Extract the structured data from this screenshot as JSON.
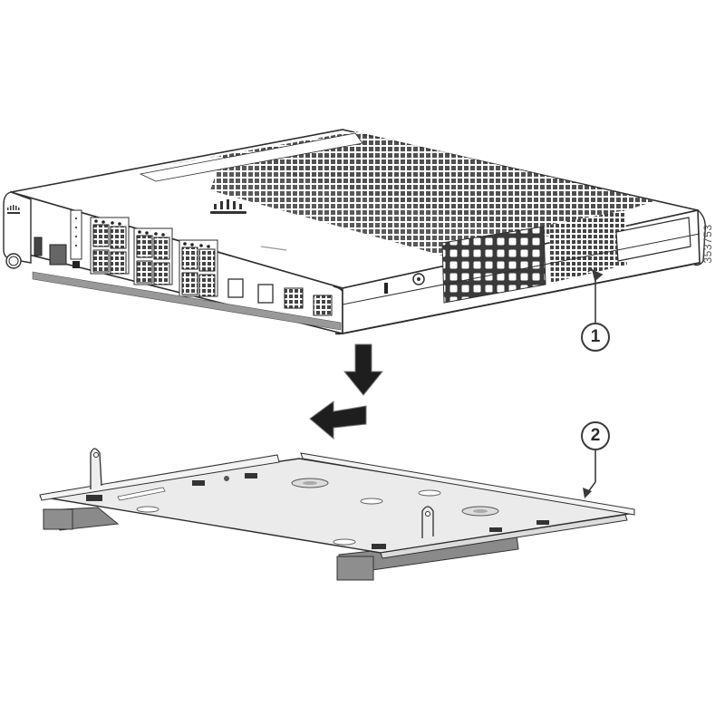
{
  "figure": {
    "type": "hardware-installation-diagram",
    "description": "Network switch being lowered onto and slid into a mounting tray",
    "figure_id": "353753",
    "colors": {
      "background": "#ffffff",
      "line": "#2e2e2e",
      "chassis_fill": "#ffffff",
      "vent_fill": "#3c3c3c",
      "tray_fill": "#ebebeb",
      "tray_rail": "#8a8a8a",
      "arrow": "#1e1e1e"
    }
  },
  "callouts": [
    {
      "number": "1",
      "target": "switch"
    },
    {
      "number": "2",
      "target": "mounting-tray"
    }
  ],
  "switch": {
    "brand_logo": "cisco-logo",
    "front_ports": {
      "rj45_groups": 3,
      "ports_per_group": 4,
      "console_ports": 2,
      "uplink_ports": 2
    },
    "side_feature": "ventilation-grille"
  },
  "arrows": [
    {
      "direction": "down",
      "meaning": "lower switch onto tray"
    },
    {
      "direction": "left",
      "meaning": "slide switch into tray"
    }
  ]
}
